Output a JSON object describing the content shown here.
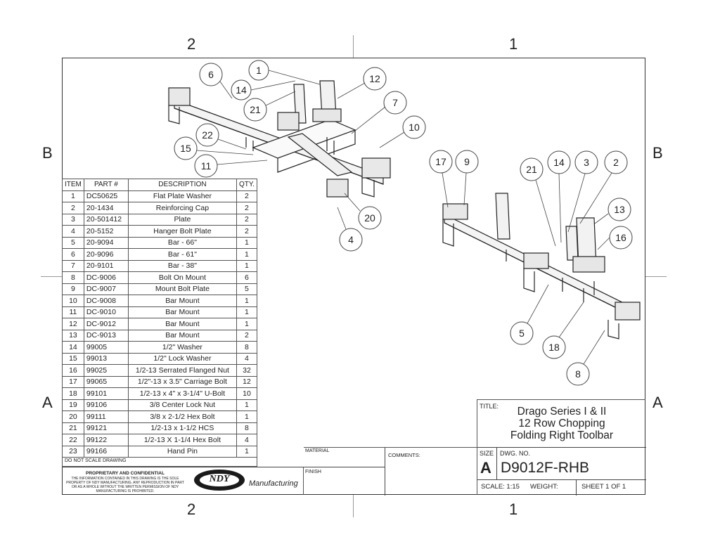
{
  "zones": {
    "top_left": "2",
    "top_right": "1",
    "bottom_left": "2",
    "bottom_right": "1",
    "left_upper": "B",
    "left_lower": "A",
    "right_upper": "B",
    "right_lower": "A"
  },
  "balloons_top": [
    "6",
    "1",
    "14",
    "12",
    "21",
    "7",
    "22",
    "15",
    "10",
    "11",
    "20",
    "4"
  ],
  "balloons_right": [
    "17",
    "9",
    "21",
    "14",
    "3",
    "2",
    "13",
    "16",
    "5",
    "18",
    "8"
  ],
  "bom": {
    "headers": [
      "ITEM",
      "PART #",
      "DESCRIPTION",
      "QTY."
    ],
    "rows": [
      [
        "1",
        "DC50625",
        "Flat Plate Washer",
        "2"
      ],
      [
        "2",
        "20-1434",
        "Reinforcing Cap",
        "2"
      ],
      [
        "3",
        "20-501412",
        "Plate",
        "2"
      ],
      [
        "4",
        "20-5152",
        "Hanger Bolt Plate",
        "2"
      ],
      [
        "5",
        "20-9094",
        "Bar - 66\"",
        "1"
      ],
      [
        "6",
        "20-9096",
        "Bar - 61\"",
        "1"
      ],
      [
        "7",
        "20-9101",
        "Bar - 38\"",
        "1"
      ],
      [
        "8",
        "DC-9006",
        "Bolt On Mount",
        "6"
      ],
      [
        "9",
        "DC-9007",
        "Mount Bolt Plate",
        "5"
      ],
      [
        "10",
        "DC-9008",
        "Bar Mount",
        "1"
      ],
      [
        "11",
        "DC-9010",
        "Bar Mount",
        "1"
      ],
      [
        "12",
        "DC-9012",
        "Bar Mount",
        "1"
      ],
      [
        "13",
        "DC-9013",
        "Bar Mount",
        "2"
      ],
      [
        "14",
        "99005",
        "1/2\" Washer",
        "8"
      ],
      [
        "15",
        "99013",
        "1/2\" Lock Washer",
        "4"
      ],
      [
        "16",
        "99025",
        "1/2-13 Serrated Flanged Nut",
        "32"
      ],
      [
        "17",
        "99065",
        "1/2\"-13 x 3.5\" Carriage Bolt",
        "12"
      ],
      [
        "18",
        "99101",
        "1/2-13 x 4\" x 3-1/4\" U-Bolt",
        "10"
      ],
      [
        "19",
        "99106",
        "3/8 Center Lock Nut",
        "1"
      ],
      [
        "20",
        "99111",
        "3/8 x 2-1/2 Hex Bolt",
        "1"
      ],
      [
        "21",
        "99121",
        "1/2-13 x 1-1/2 HCS",
        "8"
      ],
      [
        "22",
        "99122",
        "1/2-13 X 1-1/4 Hex Bolt",
        "4"
      ],
      [
        "23",
        "99166",
        "Hand Pin",
        "1"
      ]
    ]
  },
  "title_block": {
    "do_not_scale": "DO NOT SCALE DRAWING",
    "proprietary_title": "PROPRIETARY AND CONFIDENTIAL",
    "proprietary_body": "THE INFORMATION CONTAINED IN THIS DRAWING IS THE SOLE PROPERTY OF NDY MANUFACTURING. ANY REPRODUCTION IN PART OR AS A WHOLE WITHOUT THE WRITTEN PERMISSION OF NDY MANUFACTURING IS PROHIBITED.",
    "logo_text": "NDY",
    "logo_subtitle": "Manufacturing",
    "material_label": "MATERIAL",
    "finish_label": "FINISH",
    "comments_label": "COMMENTS:",
    "title_label": "TITLE:",
    "title_line1": "Drago Series I & II",
    "title_line2": "12 Row Chopping",
    "title_line3": "Folding Right Toolbar",
    "size_label": "SIZE",
    "size_value": "A",
    "dwg_no_label": "DWG.  NO.",
    "dwg_no": "D9012F-RHB",
    "scale": "SCALE: 1:15",
    "weight": "WEIGHT:",
    "sheet": "SHEET 1 OF 1"
  }
}
